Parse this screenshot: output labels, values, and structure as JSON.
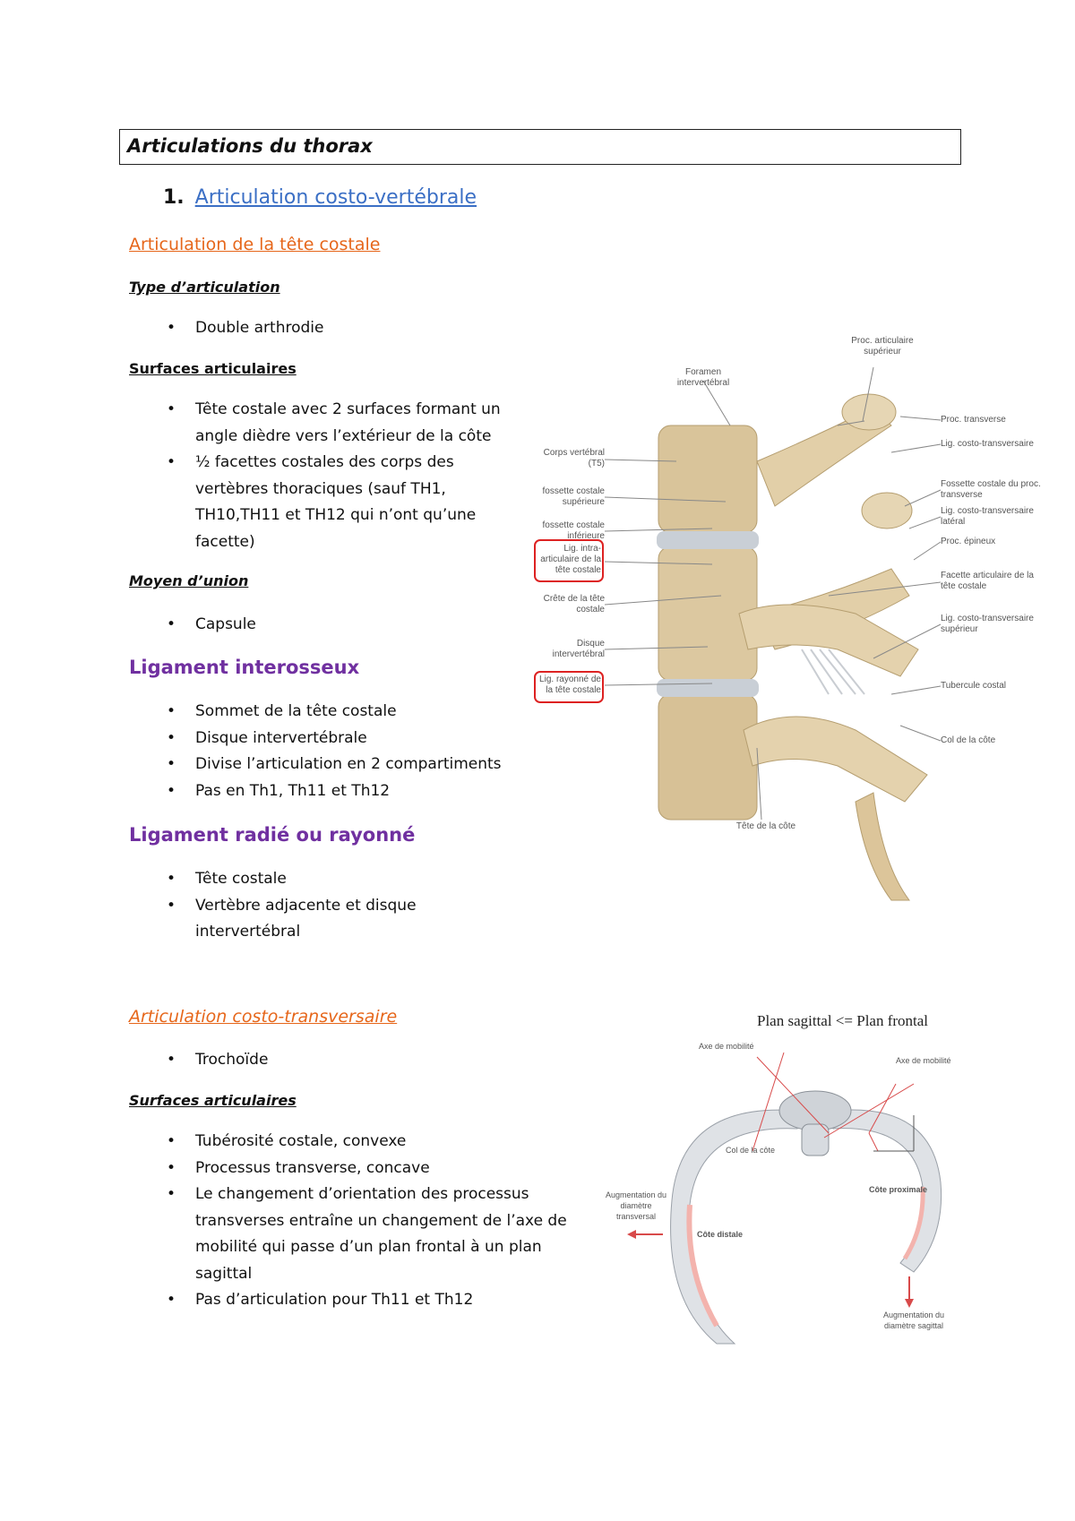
{
  "title": "Articulations du thorax",
  "section1": {
    "number": "1.",
    "label": "Articulation costo-vertébrale"
  },
  "tete": {
    "heading": "Articulation de la tête costale",
    "type_heading": "Type d’articulation",
    "type_items": [
      "Double arthrodie"
    ],
    "surfaces_heading": "Surfaces articulaires",
    "surfaces_items": [
      "Tête costale avec 2 surfaces formant un angle dièdre vers l’extérieur de la côte",
      "½ facettes costales des corps des vertèbres thoraciques (sauf TH1, TH10,TH11 et TH12 qui n’ont qu’une facette)"
    ],
    "moyen_heading": "Moyen d’union",
    "moyen_items": [
      "Capsule"
    ]
  },
  "interosseux": {
    "heading": "Ligament interosseux",
    "items": [
      "Sommet de la tête costale",
      "Disque intervertébrale",
      "Divise l’articulation en 2 compartiments",
      "Pas en Th1, Th11 et Th12"
    ]
  },
  "radie": {
    "heading": "Ligament radié ou rayonné",
    "items": [
      "Tête costale",
      "Vertèbre adjacente et disque intervertébral"
    ]
  },
  "costo_transv": {
    "heading": "Articulation costo-transversaire",
    "items": [
      "Trochoïde"
    ],
    "surfaces_heading": "Surfaces articulaires",
    "surfaces_items": [
      "Tubérosité costale, convexe",
      "Processus transverse, concave",
      "Le changement d’orientation des processus transverses entraîne un changement de l’axe de mobilité qui passe d’un plan frontal à un plan sagittal",
      "Pas d’articulation pour Th11 et Th12"
    ]
  },
  "figure1": {
    "labels_left": [
      "Corps vertébral (T5)",
      "fossette costale supérieure",
      "fossette costale inférieure",
      "Lig. intra-articulaire de la tête costale",
      "Crête de la tête costale",
      "Disque intervertébral",
      "Lig. rayonné de la tête costale"
    ],
    "labels_right": [
      "Proc. transverse",
      "Lig. costo-transversaire",
      "Fossette costale du proc. transverse",
      "Lig. costo-transversaire latéral",
      "Proc. épineux",
      "Facette articulaire de la tête costale",
      "Lig. costo-transversaire supérieur",
      "Tubercule costal",
      "Col de la côte"
    ],
    "labels_top": [
      "Proc. articulaire supérieur",
      "Foramen intervertébral"
    ],
    "label_bottom": "Tête de la côte"
  },
  "figure2": {
    "title": "Plan sagittal <= Plan frontal",
    "labels": [
      "Axe de mobilité",
      "Axe de mobilité",
      "Col de la côte",
      "Côte proximale",
      "Augmentation du diamètre transversal",
      "Côte distale",
      "Augmentation du diamètre sagittal"
    ]
  }
}
